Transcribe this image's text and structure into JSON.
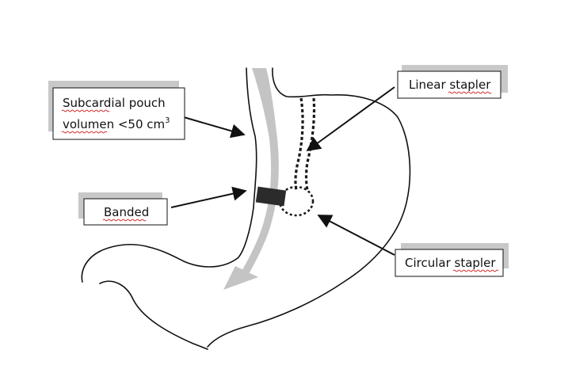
{
  "labels": {
    "pouch_line1": "Subcardial pouch",
    "pouch_line2": "volumen <50 cm",
    "pouch_superscript": "3",
    "linear_stapler": "Linear stapler",
    "banded": "Banded",
    "circular_stapler": "Circular stapler"
  },
  "colors": {
    "outline": "#111111",
    "label_shadow": "#c8c8c8",
    "arrow_fill": "#c4c4c4",
    "band": "#2b2b2b",
    "spellcheck_underline": "#cc0000"
  }
}
